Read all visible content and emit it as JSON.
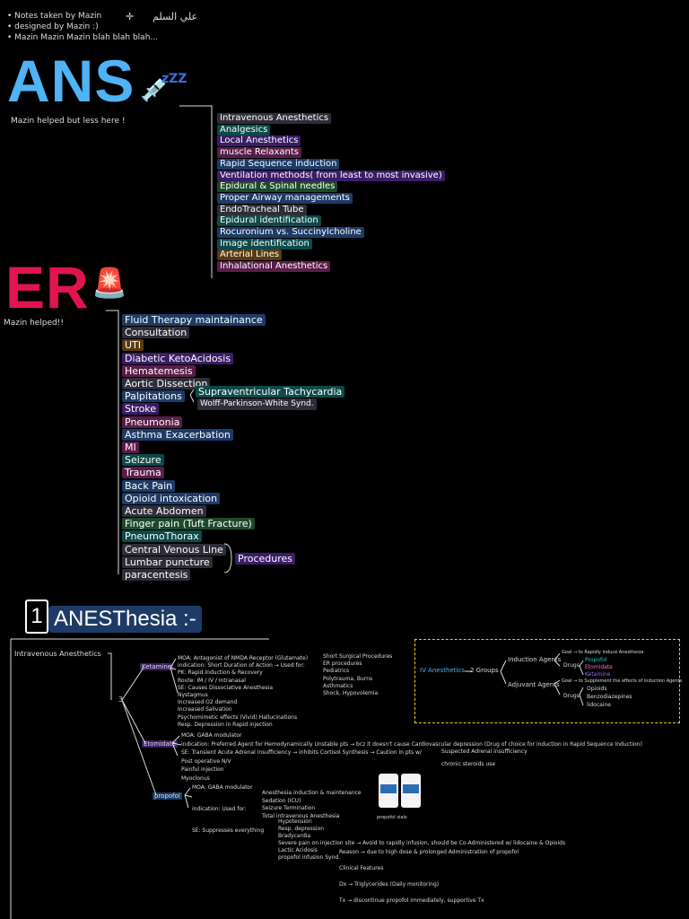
{
  "header": {
    "notes": [
      "• Notes taken by Mazin",
      "• designed by Mazin :)",
      "• Mazin Mazin Mazin blah blah blah..."
    ],
    "arabic_text": "علي السلم"
  },
  "ans": {
    "title": "ANS",
    "note": "Mazin helped but less here !",
    "items": [
      {
        "label": "Intravenous Anesthetics",
        "hl": "hl-gray"
      },
      {
        "label": "Analgesics",
        "hl": "hl-teal"
      },
      {
        "label": "Local Anesthetics",
        "hl": "hl-purple"
      },
      {
        "label": "muscle Relaxants",
        "hl": "hl-pink"
      },
      {
        "label": "Rapid Sequence induction",
        "hl": "hl-blue"
      },
      {
        "label": "Ventilation methods( from least to most invasive)",
        "hl": "hl-purple"
      },
      {
        "label": "Epidural & Spinal needles",
        "hl": "hl-green"
      },
      {
        "label": "Proper Airway managements",
        "hl": "hl-blue"
      },
      {
        "label": "EndoTracheal Tube",
        "hl": "hl-gray"
      },
      {
        "label": "Epidural identification",
        "hl": "hl-teal"
      },
      {
        "label": "Rocuronium vs. Succinylcholine",
        "hl": "hl-blue"
      },
      {
        "label": "Image identification",
        "hl": "hl-teal"
      },
      {
        "label": "Arterial Lines",
        "hl": "hl-orange"
      },
      {
        "label": "Inhalational Anesthetics",
        "hl": "hl-pink"
      }
    ]
  },
  "er": {
    "title": "ER",
    "note": "Mazin helped!!",
    "items": [
      {
        "label": "Fluid Therapy maintainance",
        "hl": "hl-blue"
      },
      {
        "label": "Consultation",
        "hl": "hl-gray"
      },
      {
        "label": "UTI",
        "hl": "hl-orange"
      },
      {
        "label": "Diabetic KetoAcidosis",
        "hl": "hl-purple"
      },
      {
        "label": "Hematemesis",
        "hl": "hl-pink"
      },
      {
        "label": "Aortic Dissection",
        "hl": "hl-gray"
      },
      {
        "label": "Palpitations",
        "hl": "hl-blue"
      },
      {
        "label": "Stroke",
        "hl": "hl-purple"
      },
      {
        "label": "Pneumonia",
        "hl": "hl-pink"
      },
      {
        "label": "Asthma Exacerbation",
        "hl": "hl-blue"
      },
      {
        "label": "MI",
        "hl": "hl-pink"
      },
      {
        "label": "Seizure",
        "hl": "hl-teal"
      },
      {
        "label": "Trauma",
        "hl": "hl-pink"
      },
      {
        "label": "Back Pain",
        "hl": "hl-blue"
      },
      {
        "label": "Opioid intoxication",
        "hl": "hl-blue"
      },
      {
        "label": "Acute Abdomen",
        "hl": "hl-gray"
      },
      {
        "label": "Finger pain (Tuft Fracture)",
        "hl": "hl-green"
      },
      {
        "label": "PneumoThorax",
        "hl": "hl-teal"
      },
      {
        "label": "Central Venous Line",
        "hl": "hl-gray"
      },
      {
        "label": "Lumbar puncture",
        "hl": "hl-gray"
      },
      {
        "label": "paracentesis",
        "hl": "hl-gray"
      }
    ],
    "palpitations_sub": [
      "Supraventricular Tachycardia",
      "Wolff-Parkinson-White Synd."
    ],
    "procedures_label": "Procedures"
  },
  "anesthesia": {
    "number": "1",
    "title": "ANESThesia :-",
    "root": "Intravenous Anesthetics",
    "count": "3",
    "ketamine": {
      "name": "Ketamine",
      "lines": [
        "MOA: Antagonist of NMDA Receptor (Glutamate)",
        "indication: Short Duration of Action → Used for:",
        "PK: Rapid Induction & Recovery",
        "Route: IM / IV / Intranasal",
        "SE: Causes Dissociative Anesthesia",
        "Nystagmus",
        "Increased O2 demand",
        "Increased Salivation",
        "Psychomimetic effects (Vivid) Hallucinations",
        "Resp. Depression in Rapid injection"
      ],
      "uses": [
        "Short Surgical Procedures",
        "ER procedures",
        "Pediatrics",
        "Polytrauma, Burns",
        "Asthmatics",
        "Shock, Hypovolemia"
      ]
    },
    "etomidate": {
      "name": "Etomidate",
      "lines": [
        "MOA: GABA modulator",
        "indication: Preferred Agent for Hemodynamically Unstable pts → bcz it doesn't cause Cardiovascular depression (Drug of choice for induction in Rapid Sequence Induction)",
        "SE: Transient Acute Adrenal insufficiency → inhibits Cortisol Synthesis → Caution in pts w/",
        "Post operative N/V",
        "Painful injection",
        "Myoclonus"
      ],
      "caution": [
        "Suspected Adrenal insufficiency",
        "chronic steroids use"
      ]
    },
    "propofol": {
      "name": "propofol",
      "lines": [
        "MOA: GABA modulator",
        "indication: Used for:",
        "SE: Suppresses everything"
      ],
      "uses": [
        "Anesthesia induction & maintenance",
        "Sedation (ICU)",
        "Seizure Termination",
        "Total intravenous Anesthesia"
      ],
      "se": [
        "Hypotension",
        "Resp. depression",
        "Bradycardia",
        "Severe pain on injection site → Avoid to rapidly infusion, should be Co-Administered w/ lidocaine & Opioids",
        "Lactic Acidosis",
        "propofol infusion Synd."
      ],
      "pris": [
        "Reason → due to high dose & prolonged Administration of propofol",
        "Clinical Features",
        "Dx → Triglycerides (Daily monitoring)",
        "Tx → discontinue propofol immediately, supportive Tx"
      ],
      "image_caption": "propofol vials"
    },
    "box": {
      "root": "IV Anesthetics",
      "groups": "2 Groups",
      "induction_agents": "Induction Agents",
      "induction_goal": "Goal → to Rapidly induce Anesthesia",
      "induction_drugs_label": "Drugs",
      "induction_drugs": [
        "Propofol",
        "Etomidate",
        "Ketamine"
      ],
      "adjuvant_agents": "Adjuvant Agents",
      "adjuvant_goal": "Goal → to Supplement the effects of induction Agents",
      "adjuvant_drugs_label": "Drugs",
      "adjuvant_drugs": [
        "Opioids",
        "Benzodiazepines",
        "lidocaine"
      ]
    }
  },
  "colors": {
    "ans_blue": "#4fb3f6",
    "er_red": "#e0154f",
    "box_yellow": "#e8d11a"
  }
}
